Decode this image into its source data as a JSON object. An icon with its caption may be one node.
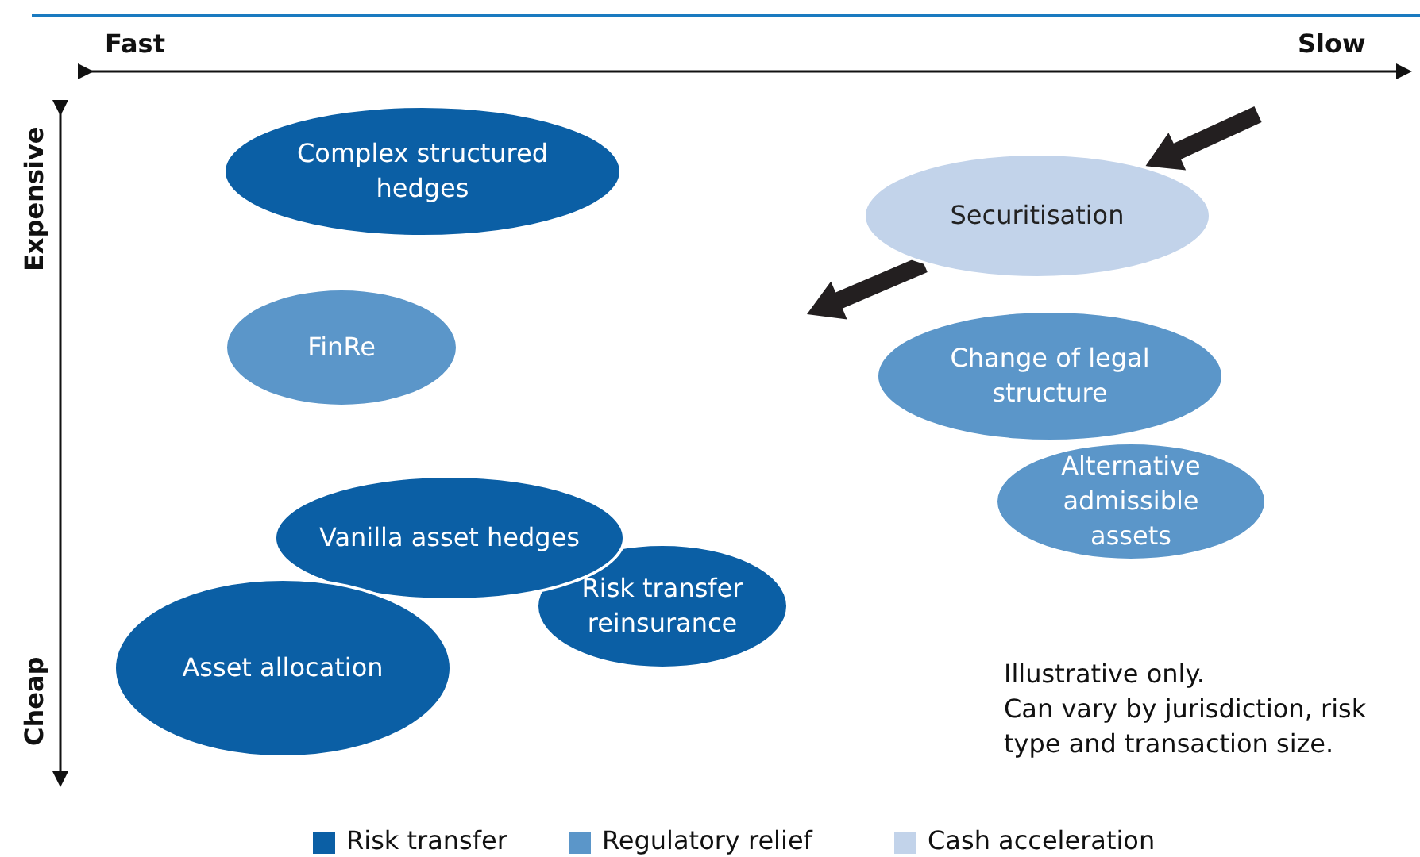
{
  "diagram": {
    "nodes": [
      {
        "text": [
          "Complex structured hedges"
        ]
      },
      {
        "text": [
          "Securitisation"
        ]
      },
      {
        "text": [
          "FinRe"
        ]
      },
      {
        "text": [
          "Change of legal structure"
        ]
      },
      {
        "text": [
          "Alternative admissible assets"
        ]
      },
      {
        "text": [
          "Vanilla asset hedges"
        ]
      },
      {
        "text": [
          "Risk transfer reinsurance"
        ]
      },
      {
        "text": [
          "Asset allocation"
        ]
      }
    ],
    "edges": [
      {
        "from": null,
        "to": 1,
        "arrow": "to",
        "style": "thick"
      },
      {
        "from": 1,
        "to": null,
        "arrow": "to",
        "style": "thick"
      }
    ],
    "labels": [
      "Fast",
      "Slow",
      "Expensive",
      "Cheap",
      "Illustrative only.",
      "Can vary by jurisdiction, risk type and transaction size."
    ],
    "legend": [
      {
        "text": "Risk transfer",
        "color": "#0b5fa5"
      },
      {
        "text": "Regulatory relief",
        "color": "#5b96c9"
      },
      {
        "text": "Cash acceleration",
        "color": "#c2d3ea"
      }
    ]
  }
}
